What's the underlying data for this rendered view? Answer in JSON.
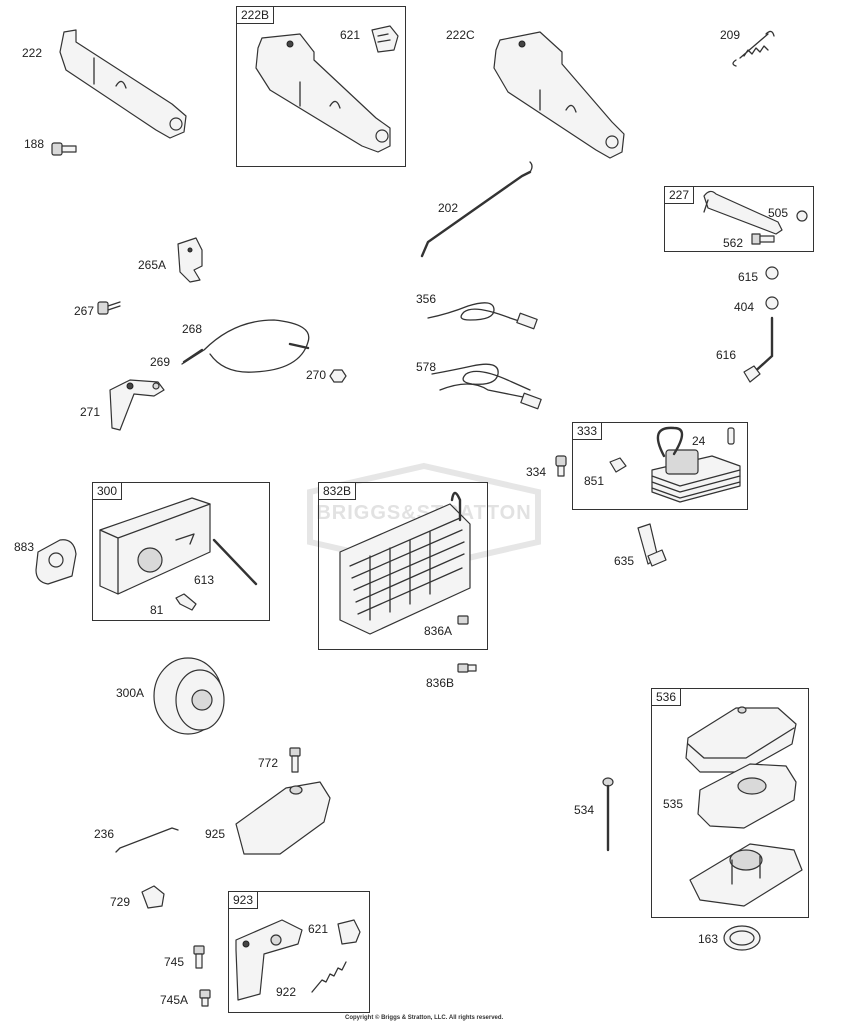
{
  "diagram": {
    "copyright": "Copyright © Briggs & Stratton, LLC. All rights reserved.",
    "watermark": "BRIGGS&STRATTON",
    "boxes": [
      {
        "id": "b222b",
        "label": "222B"
      },
      {
        "id": "b227",
        "label": "227"
      },
      {
        "id": "b333",
        "label": "333"
      },
      {
        "id": "b300",
        "label": "300"
      },
      {
        "id": "b832b",
        "label": "832B"
      },
      {
        "id": "b536",
        "label": "536"
      },
      {
        "id": "b923",
        "label": "923"
      }
    ],
    "labels": {
      "l222": "222",
      "l188": "188",
      "l621a": "621",
      "l222c": "222C",
      "l209": "209",
      "l202": "202",
      "l505": "505",
      "l562": "562",
      "l265a": "265A",
      "l615": "615",
      "l404": "404",
      "l267": "267",
      "l268": "268",
      "l356": "356",
      "l269": "269",
      "l616": "616",
      "l270": "270",
      "l578": "578",
      "l271": "271",
      "l24": "24",
      "l334": "334",
      "l851": "851",
      "l883": "883",
      "l613": "613",
      "l81": "81",
      "l836a": "836A",
      "l635": "635",
      "l836b": "836B",
      "l300a": "300A",
      "l772": "772",
      "l534": "534",
      "l535": "535",
      "l236": "236",
      "l925": "925",
      "l729": "729",
      "l621b": "621",
      "l163": "163",
      "l745": "745",
      "l922": "922",
      "l745a": "745A"
    }
  }
}
